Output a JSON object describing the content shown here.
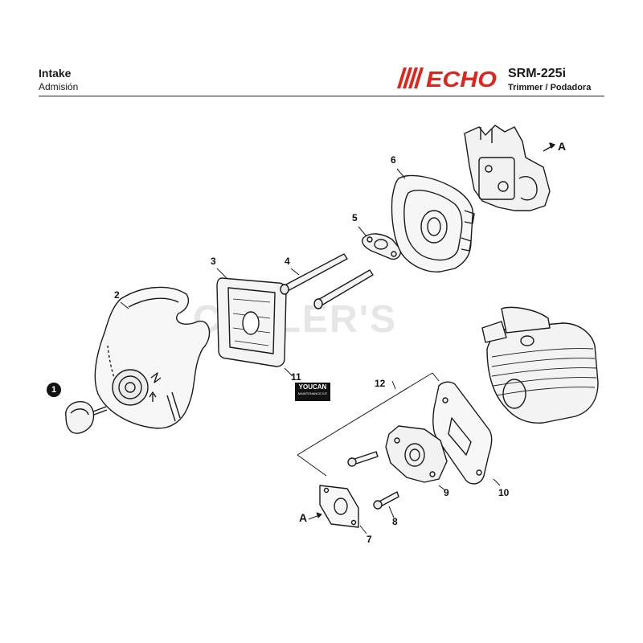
{
  "header": {
    "title": "Intake",
    "subtitle": "Admisión",
    "brand": "ECHO",
    "model": "SRM-225i",
    "description": "Trimmer / Podadora"
  },
  "watermark": "CUTLER'S",
  "callouts": [
    {
      "id": "1",
      "label": "1"
    },
    {
      "id": "2",
      "label": "2"
    },
    {
      "id": "3",
      "label": "3"
    },
    {
      "id": "4",
      "label": "4"
    },
    {
      "id": "5",
      "label": "5"
    },
    {
      "id": "6",
      "label": "6"
    },
    {
      "id": "7",
      "label": "7"
    },
    {
      "id": "8",
      "label": "8"
    },
    {
      "id": "9",
      "label": "9"
    },
    {
      "id": "10",
      "label": "10"
    },
    {
      "id": "11",
      "label": "11"
    },
    {
      "id": "12",
      "label": "12"
    },
    {
      "id": "A-top",
      "label": "A"
    },
    {
      "id": "A-bottom",
      "label": "A"
    }
  ],
  "kit_badge": {
    "line1": "YOU",
    "line2": "CAN",
    "line3": "MAINTENANCE KIT"
  },
  "colors": {
    "brand_red": "#e1251b",
    "ink": "#1a1a1a",
    "part_fill": "#f2f2f2"
  }
}
